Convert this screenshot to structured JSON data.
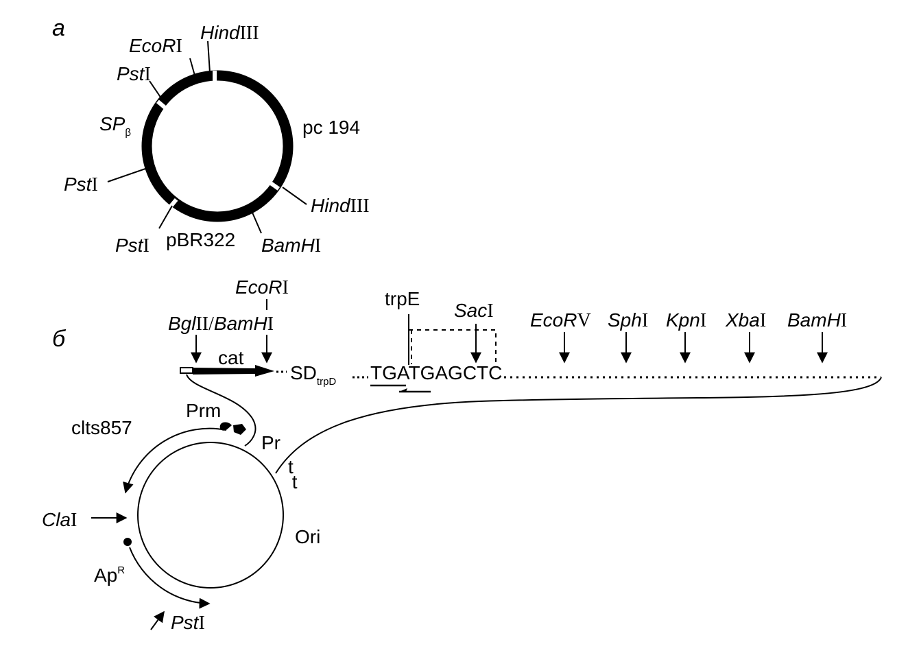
{
  "panel_a": {
    "panel_letter": "a",
    "labels": {
      "ecori_it": "EcoR",
      "ecori_roman": "I",
      "hindiii_top_it": "Hind",
      "hindiii_top_roman": "III",
      "psti_1_it": "Pst",
      "psti_1_roman": "I",
      "sp_main": "SP",
      "sp_sub": "β",
      "pc194": "pc 194",
      "psti_2_it": "Pst",
      "psti_2_roman": "I",
      "hindiii_right_it": "Hind",
      "hindiii_right_roman": "III",
      "psti_3_it": "Pst",
      "psti_3_roman": "I",
      "pbr322": "pBR322",
      "bamhi_it": "BamH",
      "bamhi_roman": "I"
    }
  },
  "panel_b": {
    "panel_letter": "б",
    "labels": {
      "ecori_it": "EcoR",
      "ecori_roman": "I",
      "bglii_it": "Bgl",
      "bglii_roman": "II/",
      "bamhi1_it": "BamH",
      "bamhi1_roman": "I",
      "cat": "cat",
      "sd_main": "SD",
      "sd_sub": "trpD",
      "tga": "TGA",
      "seq_rest": "TGAGCTC",
      "trpe": "trpE",
      "saci_it": "Sac",
      "saci_roman": "I",
      "ecorv_it": "EcoR",
      "ecorv_roman": "V",
      "sphi_it": "Sph",
      "sphi_roman": "I",
      "kpni_it": "Kpn",
      "kpni_roman": "I",
      "xbai_it": "Xba",
      "xbai_roman": "I",
      "bamhi2_it": "BamH",
      "bamhi2_roman": "I",
      "clts": "clts857",
      "prm": "Prm",
      "pr": "Pr",
      "tt": "t",
      "tt_sub": "t",
      "clai_it": "Cla",
      "clai_roman": "I",
      "ori": "Ori",
      "ap_main": "Ap",
      "ap_sup": "R",
      "psti_it": "Pst",
      "psti_roman": "I"
    }
  }
}
